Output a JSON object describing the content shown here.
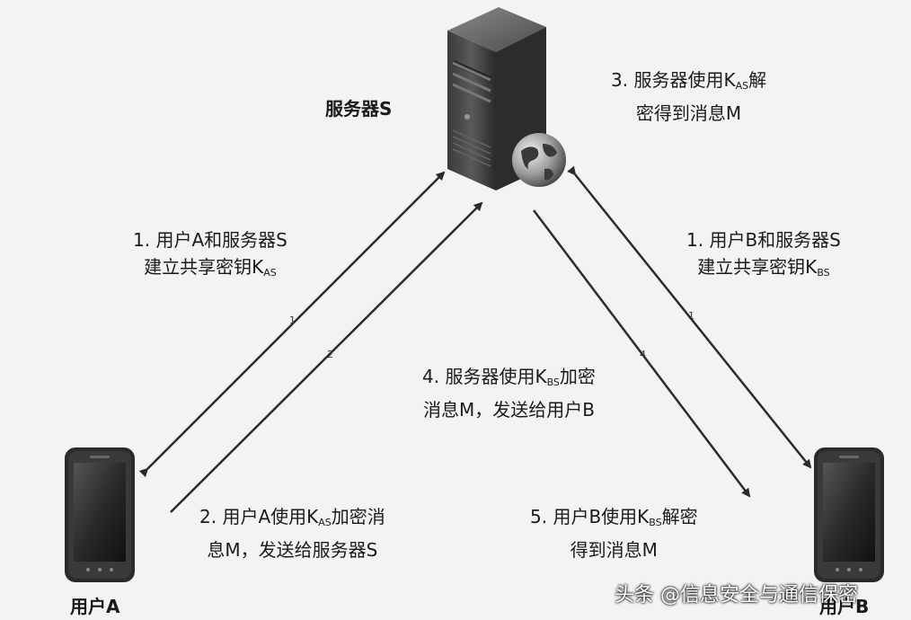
{
  "nodes": {
    "server": {
      "label": "服务器S"
    },
    "user_a": {
      "label": "用户A"
    },
    "user_b": {
      "label": "用户B"
    }
  },
  "steps": {
    "step1_a": {
      "line1": "1. 用户A和服务器S",
      "line2_prefix": "建立共享密钥K",
      "line2_sub": "AS"
    },
    "step1_b": {
      "line1": "1. 用户B和服务器S",
      "line2_prefix": "建立共享密钥K",
      "line2_sub": "BS"
    },
    "step2": {
      "line1_prefix": "2. 用户A使用K",
      "line1_sub": "AS",
      "line1_suffix": "加密消",
      "line2": "息M，发送给服务器S"
    },
    "step3": {
      "line1_prefix": "3. 服务器使用K",
      "line1_sub": "AS",
      "line1_suffix": "解",
      "line2": "密得到消息M"
    },
    "step4": {
      "line1_prefix": "4. 服务器使用K",
      "line1_sub": "BS",
      "line1_suffix": "加密",
      "line2": "消息M，发送给用户B"
    },
    "step5": {
      "line1_prefix": "5. 用户B使用K",
      "line1_sub": "BS",
      "line1_suffix": "解密",
      "line2": "得到消息M"
    }
  },
  "arrow_numbers": {
    "a1": "1",
    "a2": "2",
    "b1": "1",
    "b4": "4"
  },
  "watermark": "头条 @信息安全与通信保密"
}
